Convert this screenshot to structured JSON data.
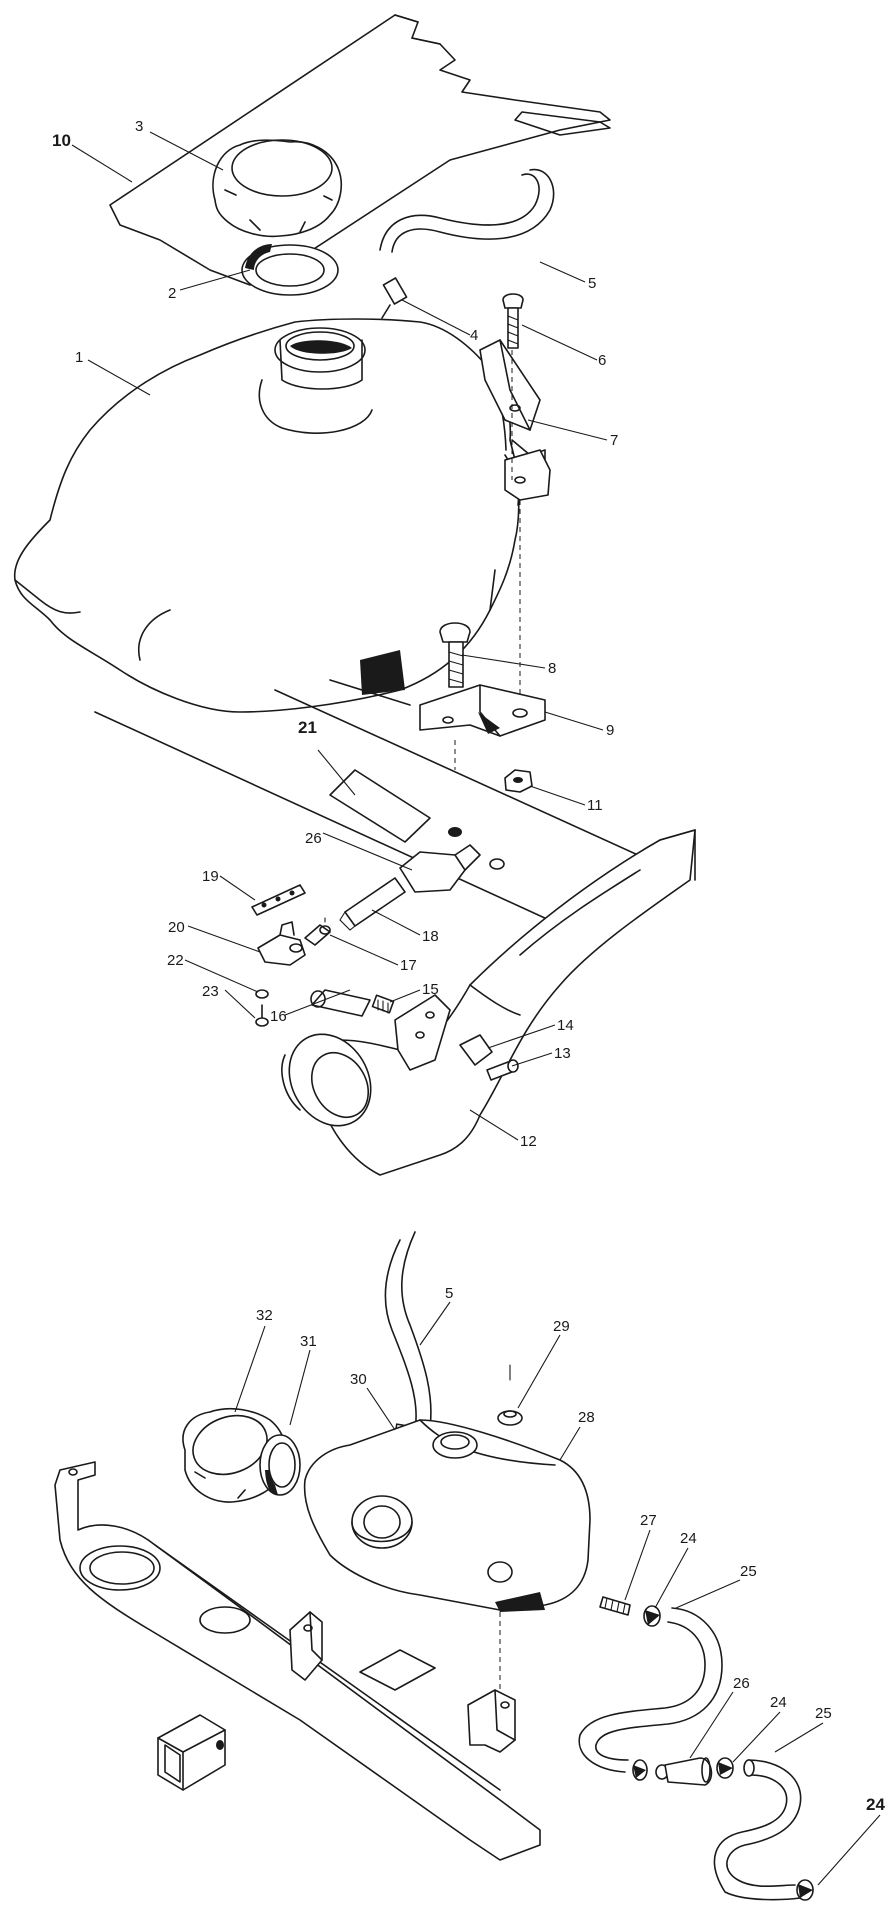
{
  "callouts": {
    "c1": "1",
    "c2": "2",
    "c3": "3",
    "c4": "4",
    "c5": "5",
    "c6": "6",
    "c7": "7",
    "c8": "8",
    "c9": "9",
    "c10": "10",
    "c11": "11",
    "c12": "12",
    "c13": "13",
    "c14": "14",
    "c15": "15",
    "c16": "16",
    "c17": "17",
    "c18": "18",
    "c19": "19",
    "c20": "20",
    "c21": "21",
    "c22": "22",
    "c23": "23",
    "c26a": "26",
    "c5b": "5",
    "c24a": "24",
    "c24b": "24",
    "c24c": "24",
    "c25a": "25",
    "c25b": "25",
    "c26b": "26",
    "c27": "27",
    "c28": "28",
    "c29": "29",
    "c30": "30",
    "c31": "31",
    "c32": "32"
  }
}
